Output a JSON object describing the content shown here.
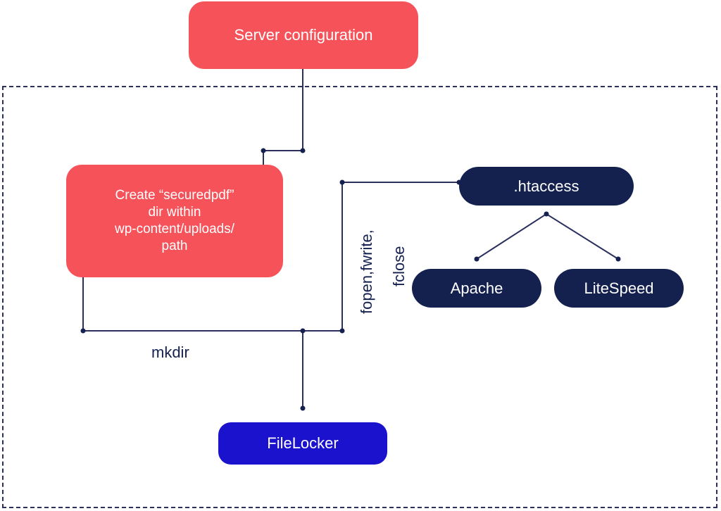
{
  "nodes": {
    "server": "Server configuration",
    "create": "Create “securedpdf”\ndir within\nwp-content/uploads/\npath",
    "htaccess": ".htaccess",
    "apache": "Apache",
    "litespeed": "LiteSpeed",
    "filelocker": "FileLocker"
  },
  "edge_labels": {
    "mkdir": "mkdir",
    "fopen_fwrite": "fopen,fwrite,",
    "fclose": "fclose"
  },
  "colors": {
    "red": "#f5525a",
    "navy": "#14214f",
    "blue": "#1a12cc",
    "line": "#2b2f5e"
  }
}
